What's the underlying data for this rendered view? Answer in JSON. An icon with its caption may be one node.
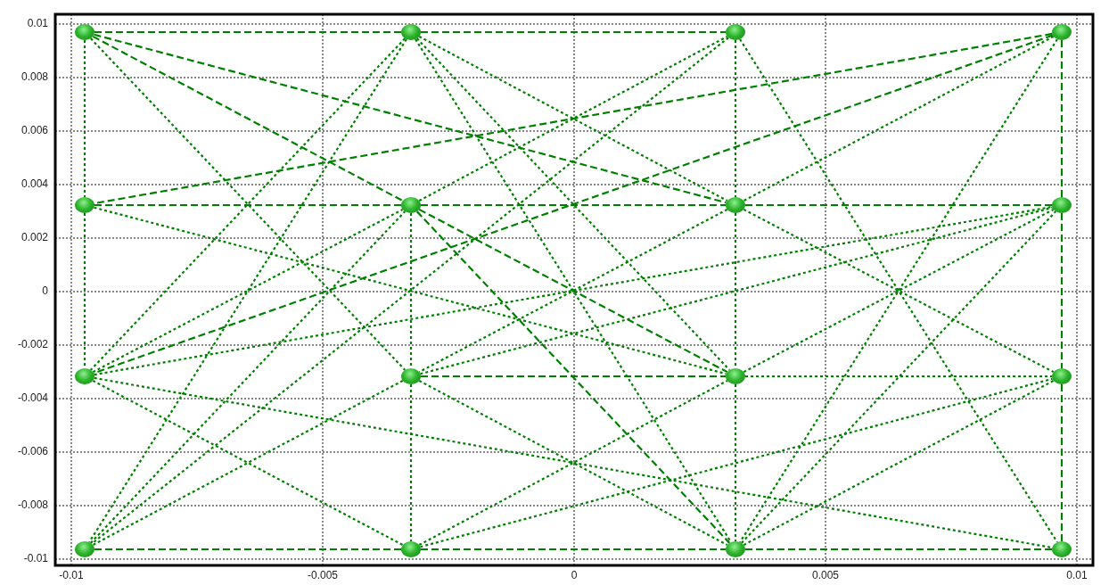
{
  "diagram": {
    "nodes": [
      {
        "text": [],
        "shape": "circle"
      },
      {
        "text": [],
        "shape": "circle"
      },
      {
        "text": [],
        "shape": "circle"
      },
      {
        "text": [],
        "shape": "circle"
      },
      {
        "text": [],
        "shape": "circle"
      },
      {
        "text": [],
        "shape": "circle"
      },
      {
        "text": [],
        "shape": "circle"
      },
      {
        "text": [],
        "shape": "circle"
      },
      {
        "text": [],
        "shape": "circle"
      },
      {
        "text": [],
        "shape": "circle"
      },
      {
        "text": [],
        "shape": "circle"
      },
      {
        "text": [],
        "shape": "circle"
      },
      {
        "text": [],
        "shape": "circle"
      },
      {
        "text": [],
        "shape": "circle"
      },
      {
        "text": [],
        "shape": "circle"
      },
      {
        "text": [],
        "shape": "circle"
      }
    ],
    "edges": [
      {
        "from": 0,
        "to": 1,
        "arrow": "none",
        "style": "dashed"
      },
      {
        "from": 1,
        "to": 2,
        "arrow": "none",
        "style": "dashed"
      },
      {
        "from": 4,
        "to": 5,
        "arrow": "none",
        "style": "dashed"
      },
      {
        "from": 5,
        "to": 6,
        "arrow": "none",
        "style": "dashed"
      },
      {
        "from": 6,
        "to": 7,
        "arrow": "none",
        "style": "dashed"
      },
      {
        "from": 9,
        "to": 10,
        "arrow": "none",
        "style": "dashed"
      },
      {
        "from": 10,
        "to": 11,
        "arrow": "none"
      },
      {
        "from": 12,
        "to": 13,
        "arrow": "none",
        "style": "dashed"
      },
      {
        "from": 13,
        "to": 14,
        "arrow": "none",
        "style": "dashed"
      },
      {
        "from": 14,
        "to": 15,
        "arrow": "none",
        "style": "dashed"
      },
      {
        "from": 0,
        "to": 4,
        "arrow": "none"
      },
      {
        "from": 4,
        "to": 8,
        "arrow": "none"
      },
      {
        "from": 5,
        "to": 9,
        "arrow": "none"
      },
      {
        "from": 9,
        "to": 13,
        "arrow": "none"
      },
      {
        "from": 2,
        "to": 6,
        "arrow": "none"
      },
      {
        "from": 6,
        "to": 10,
        "arrow": "none"
      },
      {
        "from": 10,
        "to": 14,
        "arrow": "none"
      },
      {
        "from": 3,
        "to": 7,
        "arrow": "none",
        "style": "dashed"
      },
      {
        "from": 7,
        "to": 11,
        "arrow": "none",
        "style": "dashed"
      },
      {
        "from": 11,
        "to": 15,
        "arrow": "none",
        "style": "dashed"
      },
      {
        "from": 0,
        "to": 6,
        "arrow": "none",
        "style": "dashed"
      },
      {
        "from": 0,
        "to": 5,
        "arrow": "none",
        "style": "dashed"
      },
      {
        "from": 5,
        "to": 10,
        "arrow": "none",
        "style": "dashed"
      },
      {
        "from": 0,
        "to": 9,
        "arrow": "none"
      },
      {
        "from": 1,
        "to": 12,
        "arrow": "none"
      },
      {
        "from": 1,
        "to": 8,
        "arrow": "none"
      },
      {
        "from": 1,
        "to": 10,
        "arrow": "none"
      },
      {
        "from": 1,
        "to": 14,
        "arrow": "none"
      },
      {
        "from": 1,
        "to": 6,
        "arrow": "none"
      },
      {
        "from": 6,
        "to": 11,
        "arrow": "none"
      },
      {
        "from": 2,
        "to": 12,
        "arrow": "none"
      },
      {
        "from": 2,
        "to": 15,
        "arrow": "none"
      },
      {
        "from": 3,
        "to": 4,
        "arrow": "none",
        "style": "dashed"
      },
      {
        "from": 3,
        "to": 8,
        "arrow": "none",
        "style": "dashed"
      },
      {
        "from": 3,
        "to": 6,
        "arrow": "none"
      },
      {
        "from": 6,
        "to": 9,
        "arrow": "none"
      },
      {
        "from": 9,
        "to": 12,
        "arrow": "none"
      },
      {
        "from": 3,
        "to": 14,
        "arrow": "none"
      },
      {
        "from": 4,
        "to": 10,
        "arrow": "none"
      },
      {
        "from": 8,
        "to": 15,
        "arrow": "none"
      },
      {
        "from": 8,
        "to": 13,
        "arrow": "none"
      },
      {
        "from": 8,
        "to": 7,
        "arrow": "none"
      },
      {
        "from": 9,
        "to": 7,
        "arrow": "none"
      },
      {
        "from": 5,
        "to": 2,
        "arrow": "none"
      },
      {
        "from": 8,
        "to": 5,
        "arrow": "none"
      },
      {
        "from": 12,
        "to": 5,
        "arrow": "none"
      },
      {
        "from": 5,
        "to": 14,
        "arrow": "none",
        "style": "dashed"
      },
      {
        "from": 9,
        "to": 14,
        "arrow": "none"
      },
      {
        "from": 13,
        "to": 10,
        "arrow": "none"
      },
      {
        "from": 10,
        "to": 7,
        "arrow": "none"
      },
      {
        "from": 13,
        "to": 11,
        "arrow": "none"
      },
      {
        "from": 14,
        "to": 7,
        "arrow": "none"
      },
      {
        "from": 14,
        "to": 11,
        "arrow": "none"
      }
    ],
    "labels": [
      "0.01",
      "0.008",
      "0.006",
      "0.004",
      "0.002",
      "0",
      "-0.002",
      "-0.004",
      "-0.006",
      "-0.008",
      "-0.01",
      "-0.01",
      "-0.005",
      "0",
      "0.005",
      "0.01"
    ]
  }
}
